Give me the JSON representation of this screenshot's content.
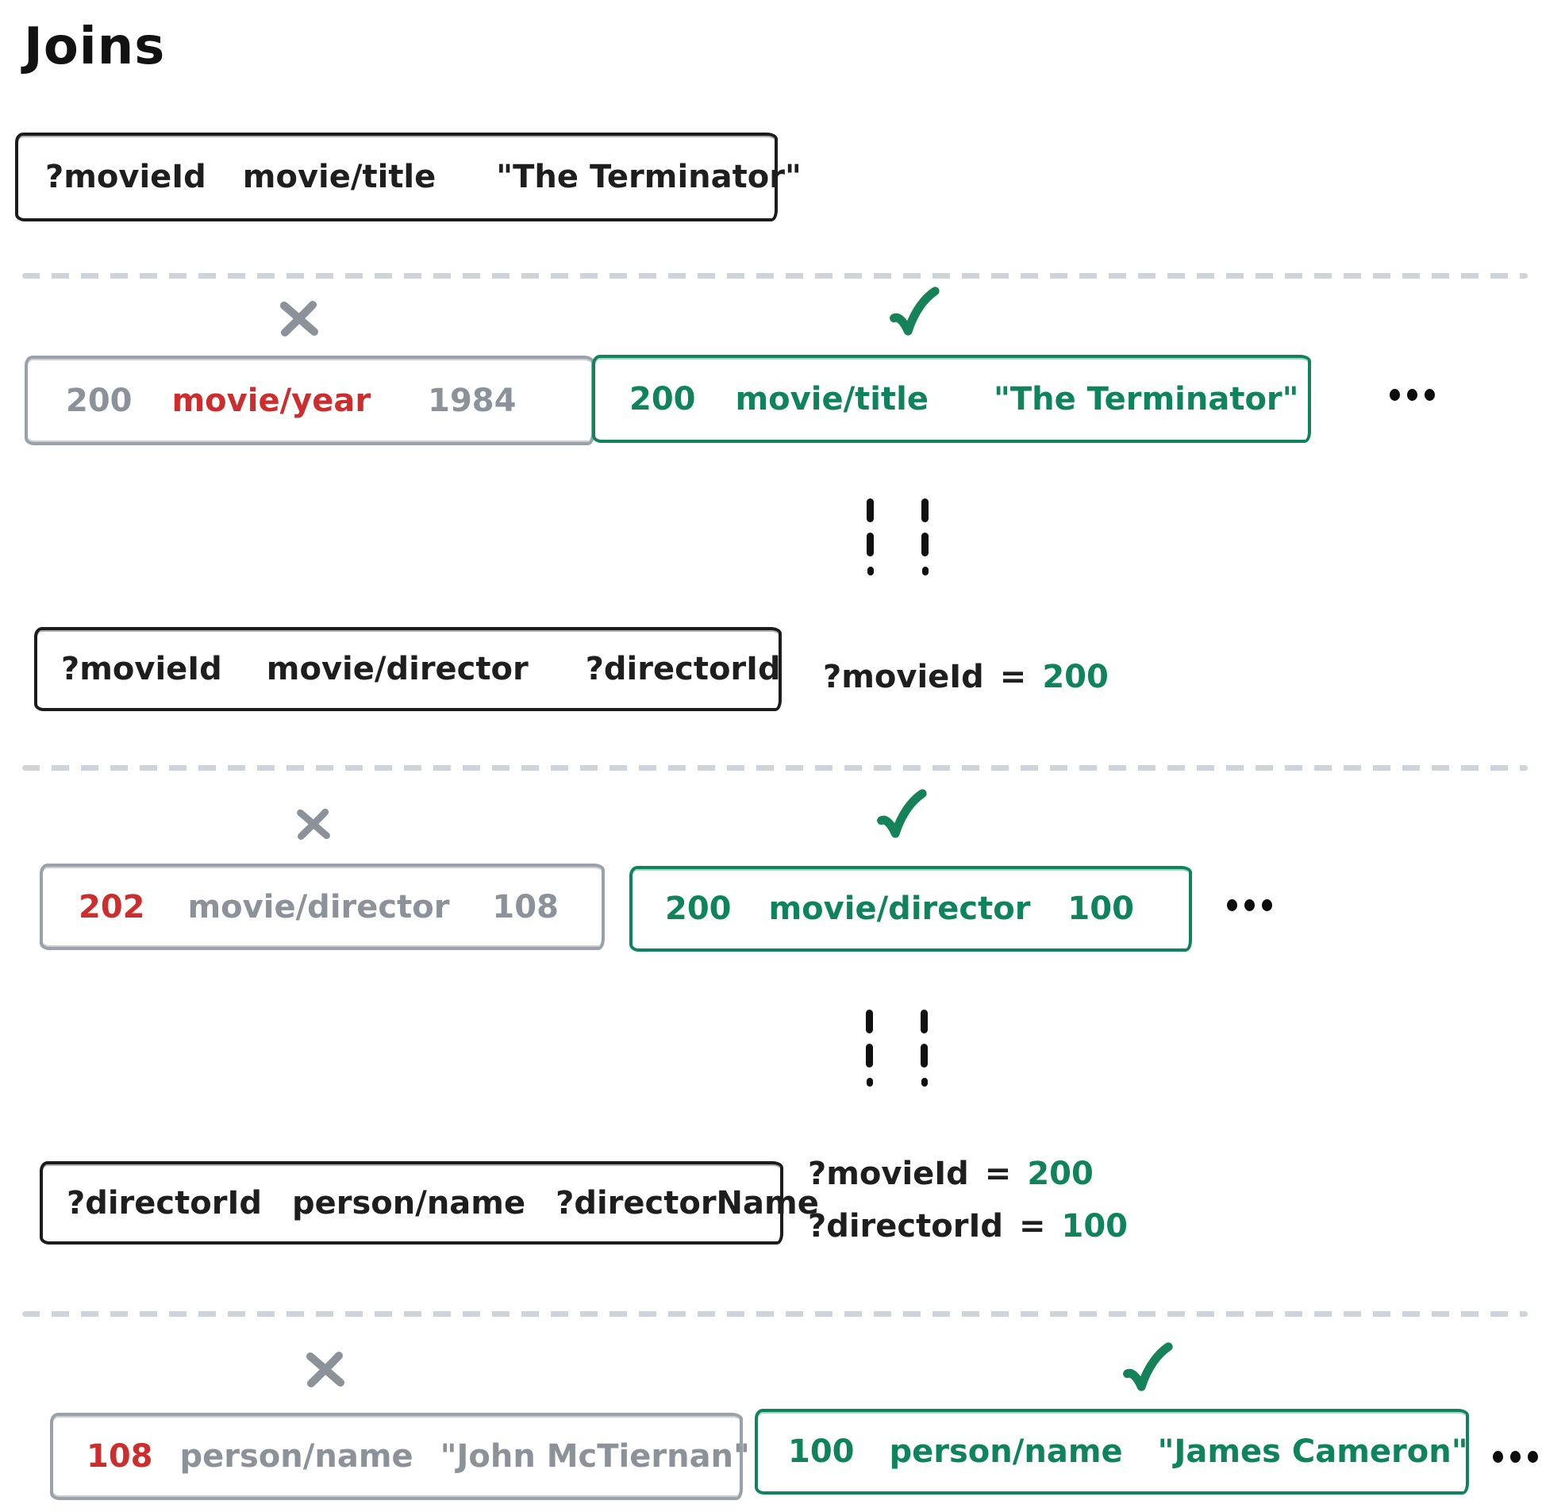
{
  "title": "Joins",
  "colors": {
    "black": "#1e1e1e",
    "gray": "#8b929a",
    "red": "#ce2d2d",
    "green": "#0f845c",
    "divider_gray": "#ced4d9"
  },
  "icons": {
    "reject": "x-icon",
    "accept": "check-icon",
    "more": "ellipsis-icon",
    "continuation": "vertical-dashes-icon"
  },
  "sections": [
    {
      "pattern": {
        "subject": "?movieId",
        "predicate": "movie/title",
        "object": "\"The Terminator\""
      },
      "rejected": {
        "subject": "200",
        "predicate": "movie/year",
        "object": "1984"
      },
      "accepted": {
        "subject": "200",
        "predicate": "movie/title",
        "object": "\"The Terminator\""
      },
      "bindings": []
    },
    {
      "pattern": {
        "subject": "?movieId",
        "predicate": "movie/director",
        "object": "?directorId"
      },
      "rejected": {
        "subject": "202",
        "predicate": "movie/director",
        "object": "108"
      },
      "accepted": {
        "subject": "200",
        "predicate": "movie/director",
        "object": "100"
      },
      "bindings": [
        {
          "variable": "?movieId",
          "op": "=",
          "value": "200"
        }
      ]
    },
    {
      "pattern": {
        "subject": "?directorId",
        "predicate": "person/name",
        "object": "?directorName"
      },
      "rejected": {
        "subject": "108",
        "predicate": "person/name",
        "object": "\"John McTiernan\""
      },
      "accepted": {
        "subject": "100",
        "predicate": "person/name",
        "object": "\"James Cameron\""
      },
      "bindings": [
        {
          "variable": "?movieId",
          "op": "=",
          "value": "200"
        },
        {
          "variable": "?directorId",
          "op": "=",
          "value": "100"
        }
      ]
    }
  ]
}
